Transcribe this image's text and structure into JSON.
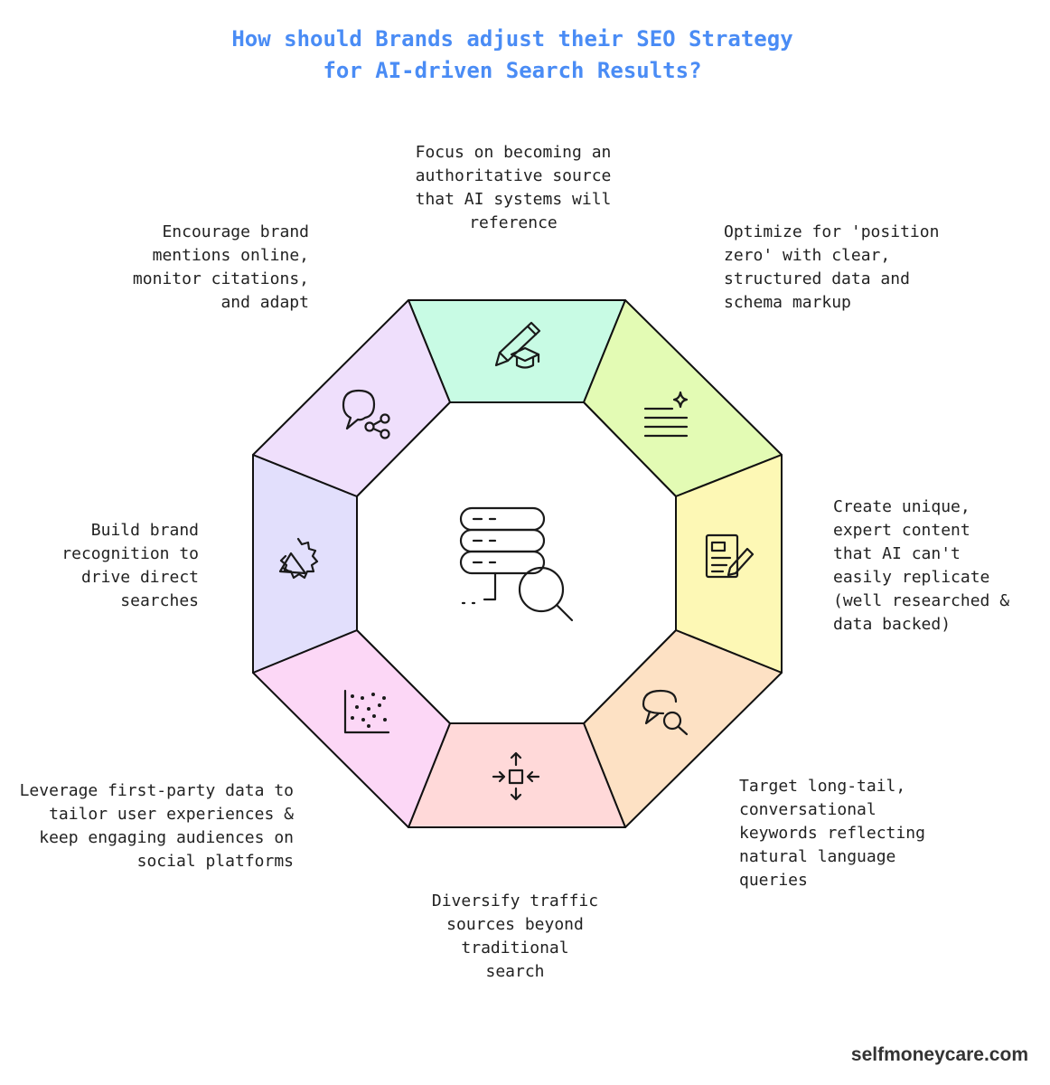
{
  "title": {
    "line1": "How should Brands adjust their SEO Strategy",
    "line2": "for AI-driven Search Results?"
  },
  "segments": [
    {
      "id": "top",
      "color": "#c8fbe4",
      "icon": "pencil-graduation-cap-icon",
      "lines": [
        "Focus on becoming an",
        "authoritative source",
        "that AI systems will",
        "reference"
      ]
    },
    {
      "id": "top-right",
      "color": "#e3fbb4",
      "icon": "text-lines-sparkle-icon",
      "lines": [
        "Optimize for 'position",
        "zero' with clear,",
        "structured data and",
        "schema markup"
      ]
    },
    {
      "id": "right",
      "color": "#fdf8b5",
      "icon": "document-edit-icon",
      "lines": [
        "Create unique,",
        "expert content",
        "that AI can't",
        "easily replicate",
        "(well researched &",
        "data backed)"
      ]
    },
    {
      "id": "bottom-right",
      "color": "#fde1c4",
      "icon": "chat-search-icon",
      "lines": [
        "Target long-tail,",
        "conversational",
        "keywords reflecting",
        "natural language",
        "queries"
      ]
    },
    {
      "id": "bottom",
      "color": "#ffd9d9",
      "icon": "arrows-to-center-icon",
      "lines": [
        "Diversify traffic",
        "sources beyond",
        "traditional",
        "search"
      ]
    },
    {
      "id": "bottom-left",
      "color": "#fcd7f6",
      "icon": "scatter-plot-icon",
      "lines": [
        "Leverage first-party data to",
        "tailor user experiences &",
        "keep engaging audiences on",
        "social platforms"
      ]
    },
    {
      "id": "left",
      "color": "#e2dffc",
      "icon": "megaphone-badge-icon",
      "lines": [
        "Build brand",
        "recognition to",
        "drive direct",
        "searches"
      ]
    },
    {
      "id": "top-left",
      "color": "#efdffc",
      "icon": "chat-share-icon",
      "lines": [
        "Encourage brand",
        "mentions online,",
        "monitor citations,",
        "and adapt"
      ]
    }
  ],
  "center_icon": "database-search-icon",
  "footer": {
    "brand": "selfmoneycare.com"
  }
}
